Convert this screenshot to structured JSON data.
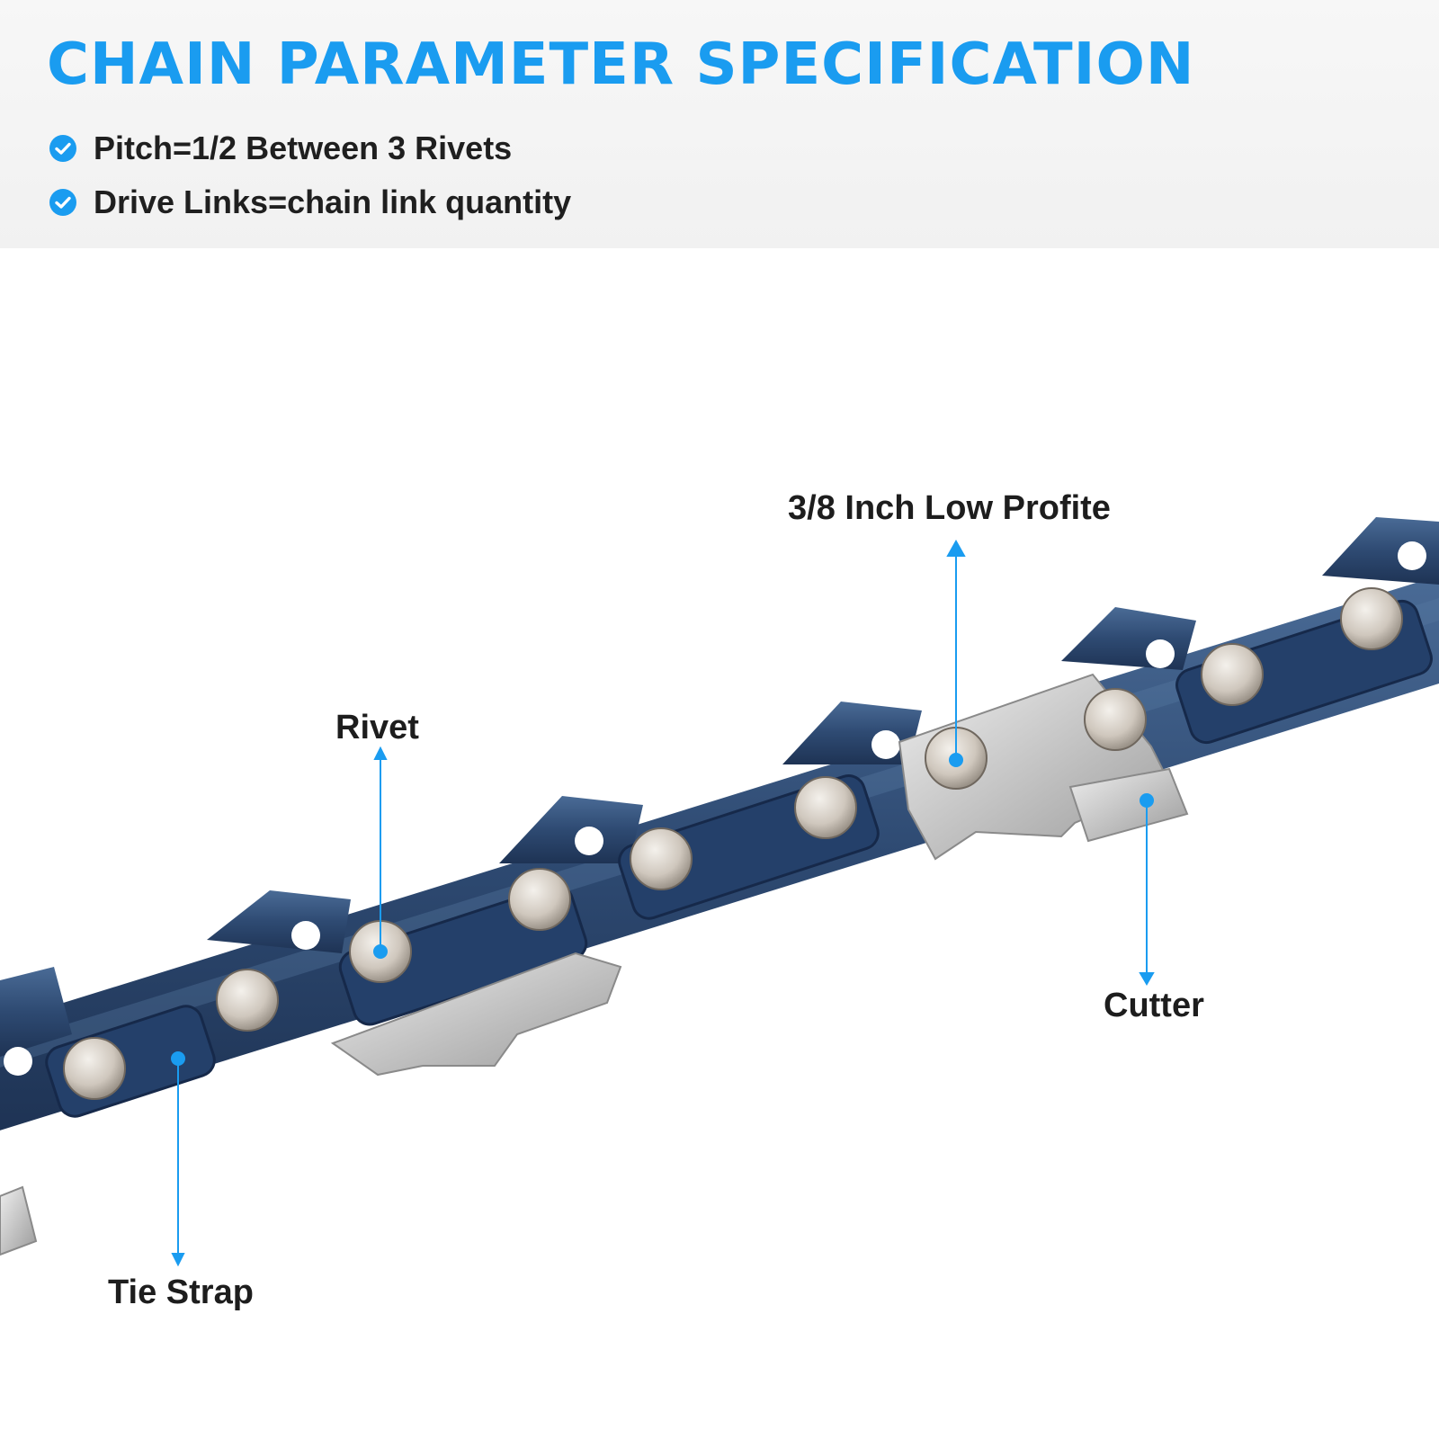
{
  "header": {
    "title": "CHAIN PARAMETER SPECIFICATION",
    "bullets": [
      {
        "text": "Pitch=1/2 Between 3 Rivets",
        "icon": "check-circle-icon"
      },
      {
        "text": "Drive Links=chain link quantity",
        "icon": "check-circle-icon"
      }
    ]
  },
  "labels": {
    "profile": "3/8 Inch Low Profite",
    "rivet": "Rivet",
    "cutter": "Cutter",
    "tie_strap": "Tie Strap"
  },
  "colors": {
    "accent": "#1a9cf0",
    "chain_blue": "#2f4c73",
    "chain_steel": "#c9c9c9",
    "text": "#1d1d1d"
  }
}
